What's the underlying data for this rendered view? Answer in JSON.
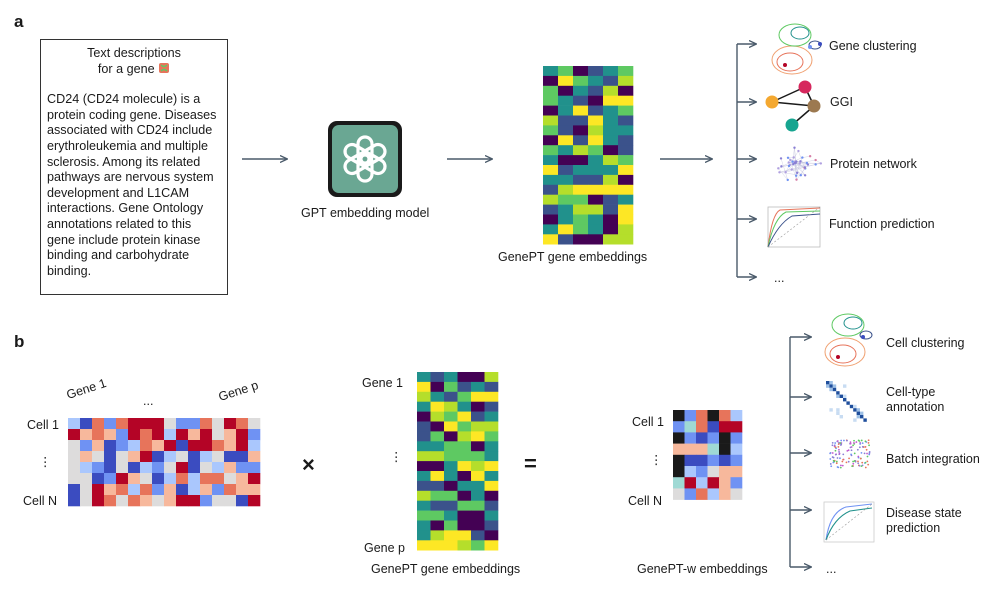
{
  "panel_a": {
    "label": "a",
    "text_box": {
      "header_line1": "Text descriptions",
      "header_line2": "for a gene",
      "header_icon": "dna-icon",
      "body": "CD24 (CD24 molecule) is a protein coding gene. Diseases associated with CD24 include erythroleukemia and multiple sclerosis. Among its related pathways are nervous system development and L1CAM interactions. Gene Ontology annotations related to this gene include protein kinase binding and carbohydrate binding."
    },
    "model_label": "GPT embedding model",
    "model_icon": "openai-logo-icon",
    "embeddings_label": "GenePT gene embeddings",
    "tasks": [
      "Gene clustering",
      "GGI",
      "Protein network",
      "Function prediction",
      "..."
    ]
  },
  "panel_b": {
    "label": "b",
    "gene_first": "Gene 1",
    "gene_dots": "...",
    "gene_last": "Gene p",
    "cell_first": "Cell 1",
    "cell_dots": "⋮",
    "cell_last": "Cell N",
    "times": "×",
    "equals": "=",
    "emb_gene_first": "Gene 1",
    "emb_gene_dots": "⋮",
    "emb_gene_last": "Gene p",
    "embeddings_label": "GenePT gene embeddings",
    "out_cell_first": "Cell 1",
    "out_cell_dots": "⋮",
    "out_cell_last": "Cell N",
    "output_label": "GenePT-w embeddings",
    "tasks": [
      "Cell clustering",
      "Cell-type annotation",
      "Batch integration",
      "Disease state prediction",
      "..."
    ]
  },
  "colors": {
    "arrow": "#4a5a6a",
    "logo": "#6aa793",
    "viridis": [
      "#440154",
      "#3b528b",
      "#21918c",
      "#5ec962",
      "#b5de2b",
      "#fde725"
    ],
    "coolwarm": [
      "#b40426",
      "#e7745b",
      "#f7b89c",
      "#dddcdc",
      "#aac7fd",
      "#6f92f3",
      "#3b4cc0"
    ]
  }
}
